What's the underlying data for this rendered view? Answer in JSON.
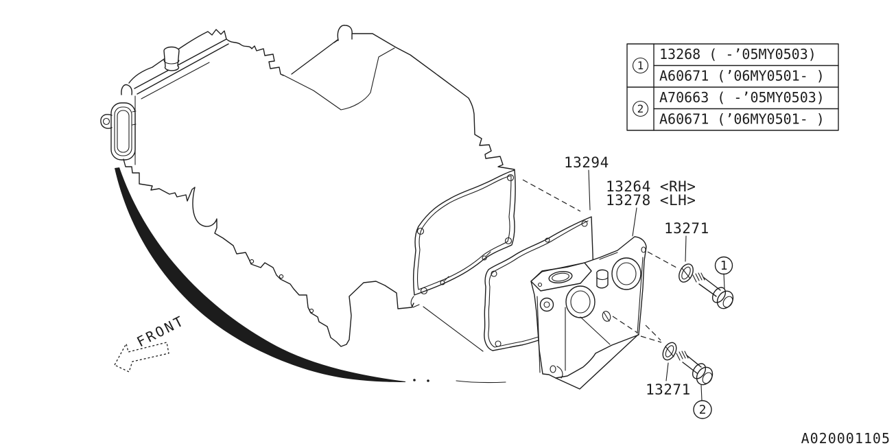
{
  "drawing": {
    "number": "A020001105",
    "front_label": "FRONT"
  },
  "table": {
    "groups": [
      {
        "ref": "1",
        "rows": [
          "13268  ( -’05MY0503)",
          "A60671 (’06MY0501- )"
        ]
      },
      {
        "ref": "2",
        "rows": [
          "A70663 ( -’05MY0503)",
          "A60671 (’06MY0501- )"
        ]
      }
    ]
  },
  "callouts": {
    "gasket": "13294",
    "cover_rh": "13264 <RH>",
    "cover_lh": "13278 <LH>",
    "washer_upper": "13271",
    "washer_lower": "13271",
    "bolt_ref_upper": "1",
    "bolt_ref_lower": "2"
  }
}
